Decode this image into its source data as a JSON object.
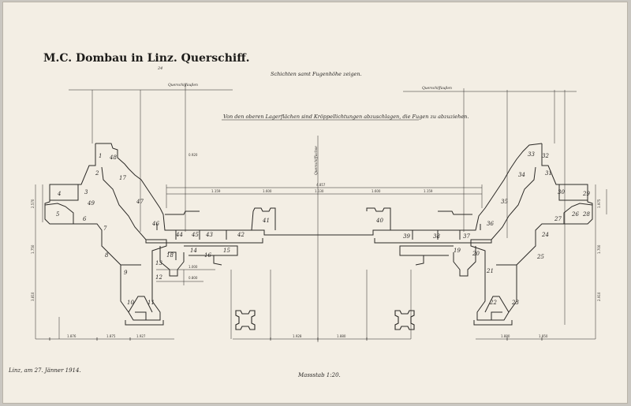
{
  "title": "M.C. Dombau in Linz. Querschiff.",
  "title_sub": "24",
  "subtitle": "Schichten samt Fugenhöhe zeigen.",
  "note": "Von den oberen Lagerflächen sind Kröppellichtungen abzuschlagen, die Fugen zu abzuziehen.",
  "left_header": "Querschiffaußen",
  "right_header": "Querschiffaußen",
  "center_axis_label": "Querschiffachse",
  "date_text": "Linz, am 27. Jänner 1914.",
  "scale_text": "Massstab 1:20.",
  "piece_numbers": [
    "1",
    "2",
    "3",
    "4",
    "5",
    "6",
    "7",
    "8",
    "9",
    "10",
    "11",
    "12",
    "13",
    "14",
    "15",
    "16",
    "17",
    "18",
    "19",
    "20",
    "21",
    "22",
    "23",
    "24",
    "25",
    "26",
    "27",
    "28",
    "29",
    "30",
    "31",
    "32",
    "33",
    "34",
    "35",
    "36",
    "37",
    "38",
    "39",
    "40",
    "41",
    "42",
    "43",
    "44",
    "45",
    "46",
    "47",
    "48",
    "49"
  ],
  "dimensions": {
    "top_total": "4.857",
    "top_segments": [
      "1.159",
      "1.600",
      "1.130",
      "1.600",
      "1.159"
    ],
    "bottom_segments": [
      "1.876",
      "1.875",
      "1.927",
      "1.928",
      "1.880",
      "1.880",
      "1.850"
    ],
    "left_vertical": [
      "2.570",
      "1.750",
      "3.810"
    ],
    "right_vertical": [
      "1.975",
      "1.700",
      "2.910"
    ],
    "inner_small": [
      "1.000",
      "0.800",
      "0.920"
    ]
  }
}
